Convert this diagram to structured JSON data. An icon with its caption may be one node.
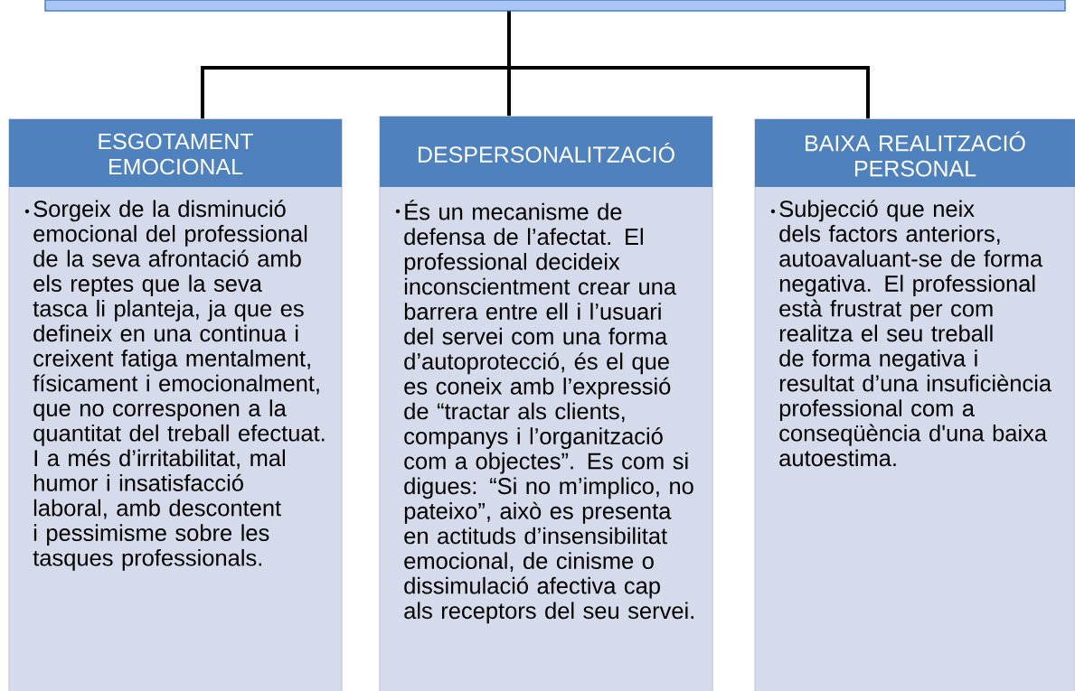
{
  "diagram": {
    "nodes": [
      {
        "text": [],
        "shape": "box"
      },
      {
        "text": [
          "ESGOTAMENT EMOCIONAL",
          "Sorgeix de la disminució emocional del professional de la seva afrontació amb els reptes que la seva tasca li planteja, ja que es defineix en una continua i creixent fatiga mentalment, físicament i emocionalment, que no corresponen a la quantitat del treball efectuat. I a més d’irritabilitat, mal humor i insatisfacció laboral, amb descontent i pessimisme sobre les tasques professionals."
        ]
      },
      {
        "text": [
          "DESPERSONALITZACIÓ",
          "És un mecanisme de defensa de l’afectat. El professional decideix inconscientment crear una barrera entre ell i l’usuari del servei com una forma d’autoprotecció, és el que es coneix amb l’expressió de “tractar als clients, companys i l’organització com a objectes”. Es com si digues: “Si no m’implico, no pateixo”, això es presenta en actituds d’insensibilitat emocional, de cinisme o dissimulació afectiva cap als receptors del seu servei."
        ]
      },
      {
        "text": [
          "BAIXA REALITZACIÓ PERSONAL",
          "Subjecció que neix dels factors anteriors, autoavaluant-se de forma negativa. El professional està frustrat per com realitza el seu treball de forma negativa i resultat d’una insuficiència professional com a conseqüència d'una baixa autoestima."
        ]
      }
    ],
    "edges": [
      {
        "from": 0,
        "to": 1,
        "arrow": "none"
      },
      {
        "from": 0,
        "to": 2,
        "arrow": "none"
      },
      {
        "from": 0,
        "to": 3,
        "arrow": "none"
      }
    ]
  }
}
